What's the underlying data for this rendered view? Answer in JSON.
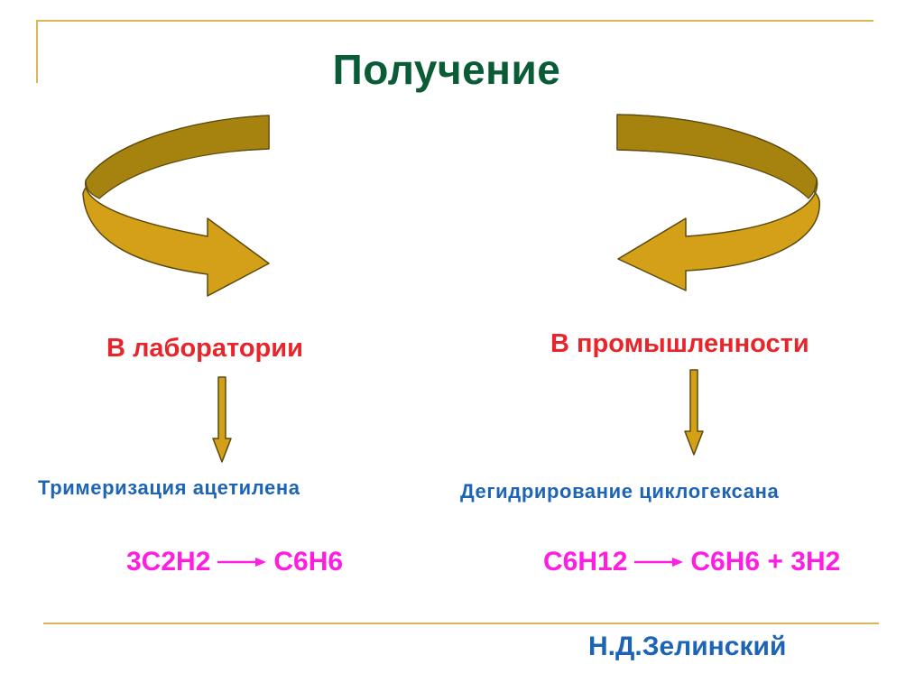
{
  "title": "Получение",
  "branches": {
    "left": {
      "label": "В лаборатории",
      "method": "Тримеризация ацетилена",
      "equation": {
        "lhs": "3С2Н2",
        "rhs": "С6Н6"
      }
    },
    "right": {
      "label": "В промышленности",
      "method": "Дегидрирование циклогексана",
      "equation": {
        "lhs": "С6Н12",
        "rhs": "С6Н6 + 3Н2"
      }
    }
  },
  "author": "Н.Д.Зелинский",
  "colors": {
    "title": "#0a5c36",
    "branch_label": "#e8252a",
    "method_label": "#1e64b4",
    "equation": "#ff1de2",
    "author": "#1e64b4",
    "frame_line": "#d9b658",
    "arrow_fill": "#d4a017",
    "arrow_dark": "#a6820f",
    "arrow_stroke": "#5a4a10"
  }
}
